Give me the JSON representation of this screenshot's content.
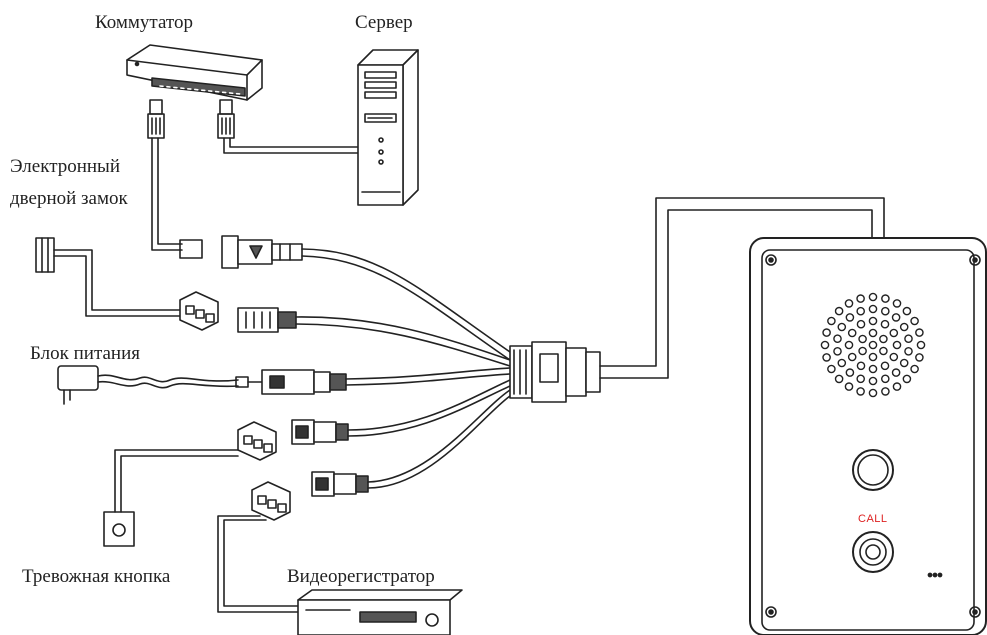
{
  "labels": {
    "switch": "Коммутатор",
    "server": "Сервер",
    "lock_line1": "Электронный",
    "lock_line2": "дверной замок",
    "power": "Блок питания",
    "alarm_button": "Тревожная кнопка",
    "recorder": "Видеорегистратор",
    "call": "CALL"
  },
  "colors": {
    "line": "#222222",
    "call_text": "#dd2222",
    "background": "#ffffff"
  }
}
